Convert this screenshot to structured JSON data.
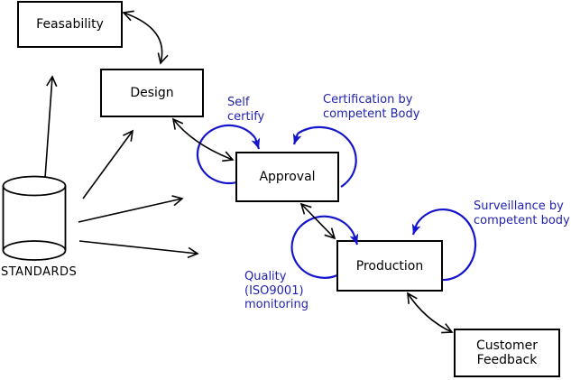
{
  "nodes": {
    "feasability": {
      "label": "Feasability"
    },
    "design": {
      "label": "Design"
    },
    "approval": {
      "label": "Approval"
    },
    "production": {
      "label": "Production"
    },
    "customer_feedback": {
      "label": "Customer\nFeedback"
    },
    "standards": {
      "label": "STANDARDS",
      "shape": "cylinder"
    }
  },
  "annotations": {
    "self_certify": {
      "text": "Self\ncertify",
      "attached_to": "approval"
    },
    "certification": {
      "text": "Certification by\ncompetent Body",
      "attached_to": "approval"
    },
    "surveillance": {
      "text": "Surveillance by\ncompetent body",
      "attached_to": "production"
    },
    "quality_monitoring": {
      "text": "Quality\n(ISO9001)\nmonitoring",
      "attached_to": "production"
    }
  },
  "edges": [
    {
      "from": "standards",
      "to": "feasability",
      "style": "single-arrow"
    },
    {
      "from": "standards",
      "to": "design",
      "style": "single-arrow"
    },
    {
      "from": "standards",
      "to": "approval",
      "style": "single-arrow"
    },
    {
      "from": "standards",
      "to": "production",
      "style": "single-arrow"
    },
    {
      "from": "feasability",
      "to": "design",
      "style": "double-arrow"
    },
    {
      "from": "design",
      "to": "approval",
      "style": "double-arrow"
    },
    {
      "from": "approval",
      "to": "production",
      "style": "double-arrow"
    },
    {
      "from": "production",
      "to": "customer_feedback",
      "style": "double-arrow"
    },
    {
      "from": "approval",
      "to": "approval",
      "style": "self-loop",
      "label": "Self certify"
    },
    {
      "from": "approval",
      "to": "approval",
      "style": "self-loop",
      "label": "Certification by competent Body"
    },
    {
      "from": "production",
      "to": "production",
      "style": "self-loop",
      "label": "Quality (ISO9001) monitoring"
    },
    {
      "from": "production",
      "to": "production",
      "style": "self-loop",
      "label": "Surveillance by competent body"
    }
  ],
  "colors": {
    "line": "#000000",
    "loop_accent": "#1414cc",
    "annotation_text": "#2222b2",
    "node_fill": "#ffffff",
    "background": "#ffffff"
  }
}
